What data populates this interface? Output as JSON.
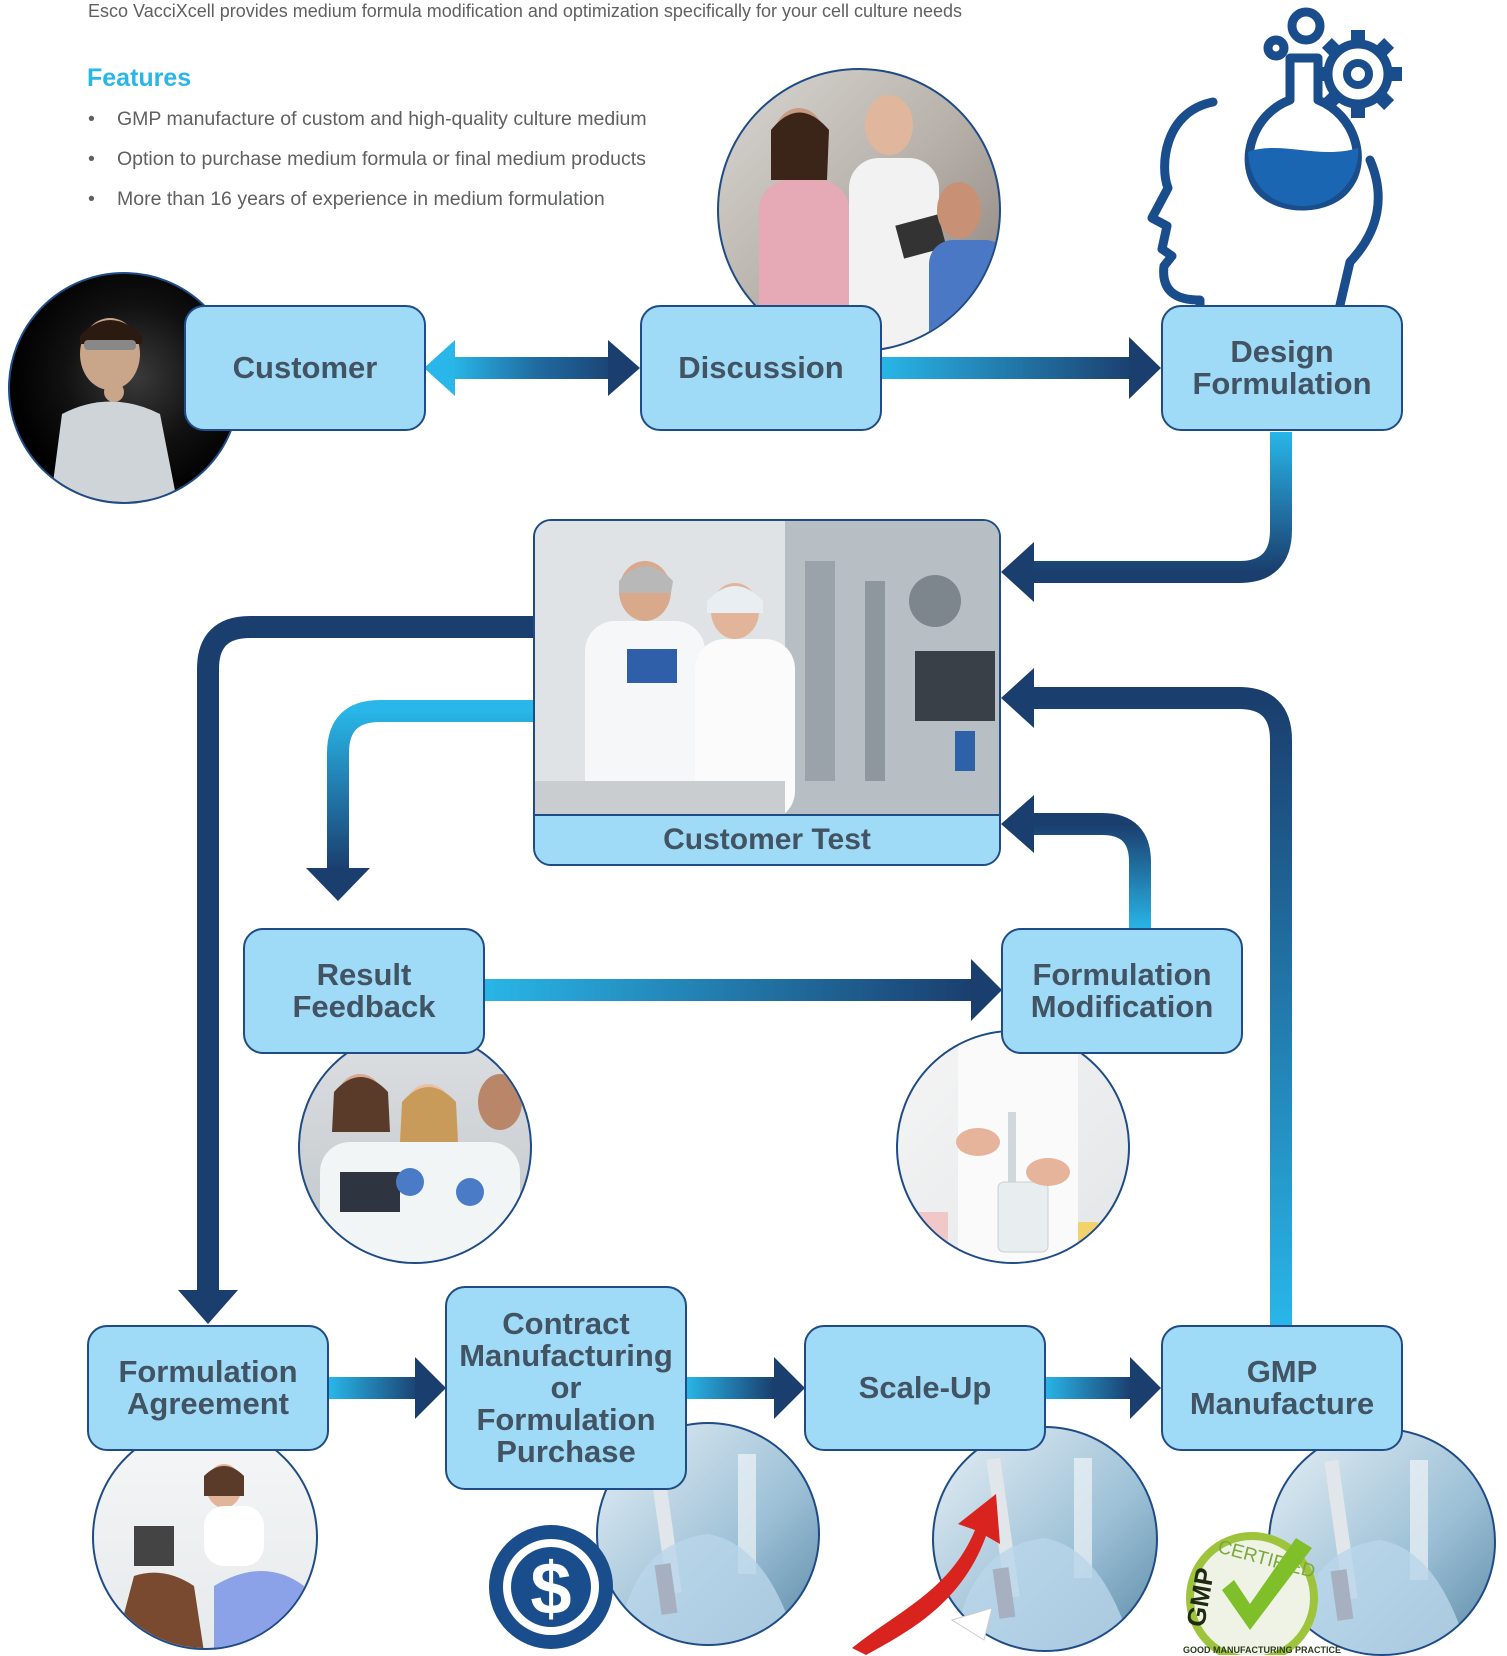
{
  "intro_text": "Esco VacciXcell provides medium formula modification and optimization specifically for your cell culture needs",
  "features": {
    "heading": "Features",
    "items": [
      "GMP manufacture of custom and high-quality culture medium",
      "Option to purchase medium formula or final medium products",
      "More than 16 years of experience in medium formulation"
    ]
  },
  "nodes": {
    "customer": "Customer",
    "discussion": "Discussion",
    "design_formulation": "Design\nFormulation",
    "customer_test": "Customer Test",
    "result_feedback": "Result\nFeedback",
    "formulation_modification": "Formulation\nModification",
    "formulation_agreement": "Formulation\nAgreement",
    "contract_manufacturing": "Contract\nManufacturing\nor\nFormulation\nPurchase",
    "scale_up": "Scale-Up",
    "gmp_manufacture": "GMP\nManufacture"
  },
  "badges": {
    "dollar_symbol": "$",
    "gmp_certified_top": "CERTIFIED",
    "gmp_letters": "GMP",
    "gmp_caption": "GOOD MANUFACTURING PRACTICE"
  },
  "icons": [
    "head-flask-gear-icon",
    "dollar-icon",
    "growth-arrow-icon",
    "gmp-certified-badge",
    "check-icon"
  ],
  "colors": {
    "box_fill": "#9fdaf6",
    "box_border": "#1f4c86",
    "box_text": "#425463",
    "arrow_light": "#29b6e8",
    "arrow_dark": "#1a3e6e",
    "heading": "#29b6e8",
    "body_text": "#5f6062"
  }
}
